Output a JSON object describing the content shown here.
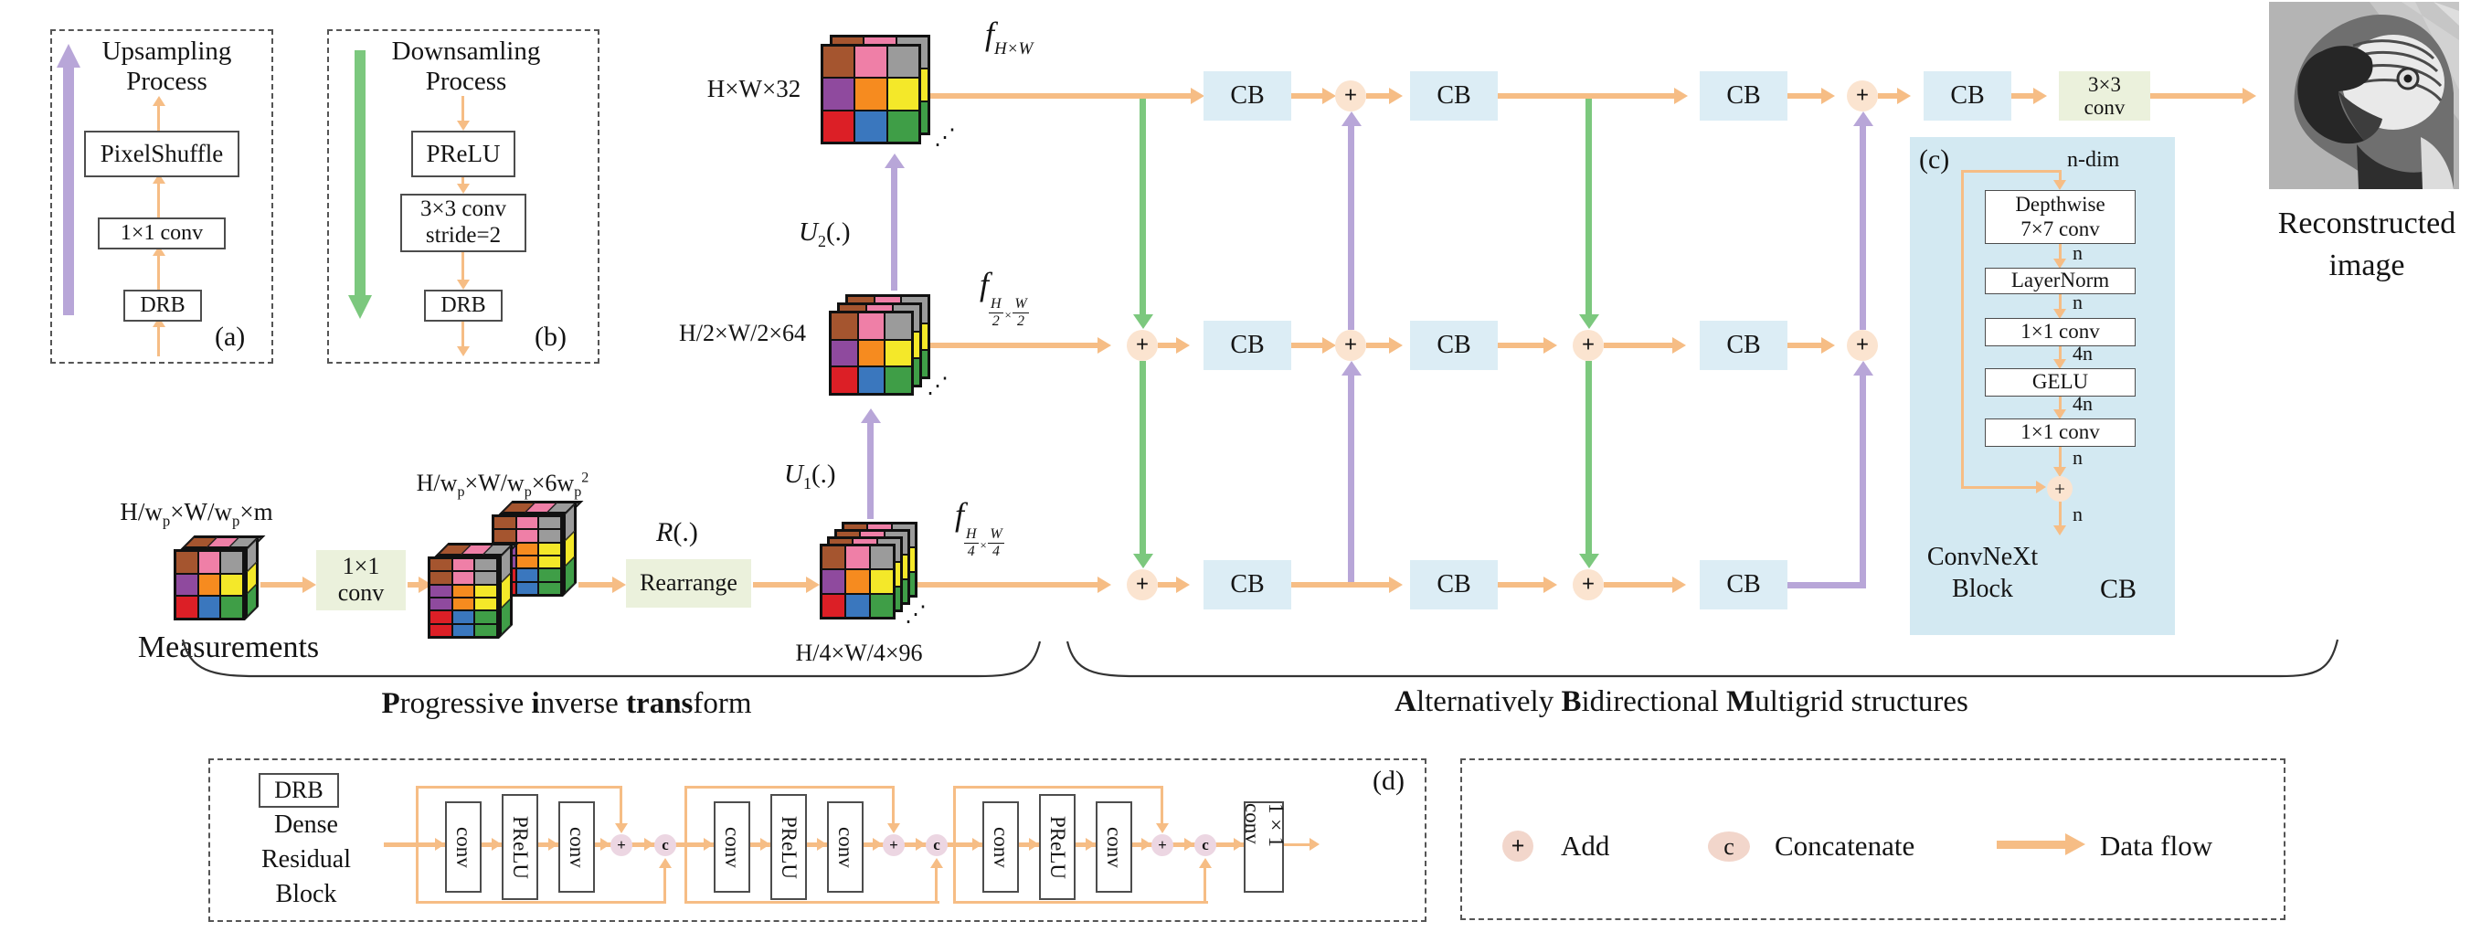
{
  "colors": {
    "data_flow_orange": "#f6bd85",
    "downsample_green": "#7cc87e",
    "upsample_purple": "#b8a6d8",
    "cb_block_blue": "#dcedf5",
    "conv_box_green": "#ebf1dc",
    "convnext_panel_blue": "#d3e9f2",
    "add_node_peach": "#fbe4d0",
    "legend_circle_pink": "#f2d6cb",
    "drb_node_pink": "#ecd6e2",
    "cube_palette": [
      "#a5552f",
      "#ef7fa7",
      "#9b9b9b",
      "#8f4a9e",
      "#f68b1f",
      "#f4e829",
      "#dc1f26",
      "#3a77be",
      "#3f9e47"
    ]
  },
  "panel_a": {
    "label": "(a)",
    "title": [
      "Upsampling",
      "Process"
    ],
    "box1": "PixelShuffle",
    "box2": "1×1 conv",
    "box3": "DRB"
  },
  "panel_b": {
    "label": "(b)",
    "title": [
      "Downsamling",
      "Process"
    ],
    "box1": "PReLU",
    "box2": [
      "3×3 conv",
      "stride=2"
    ],
    "box3": "DRB"
  },
  "input": {
    "dim": [
      "H/w",
      "p",
      "×W/w",
      "p",
      "×m"
    ],
    "name": "Measurements"
  },
  "conv1x1": [
    "1×1",
    "conv"
  ],
  "rearranged_dim": [
    "H/w",
    "p",
    "×W/w",
    "p",
    "×6w",
    "p",
    "2"
  ],
  "rearrange": {
    "op": [
      "R",
      "(.)"
    ],
    "box": "Rearrange"
  },
  "features": {
    "f1": {
      "f": "f",
      "sub": "H×W",
      "dim": "H×W×32",
      "up": [
        "U",
        "2",
        "(.)"
      ]
    },
    "f2": {
      "f": "f",
      "n1": "H",
      "d1": "2",
      "x": "×",
      "n2": "W",
      "d2": "2",
      "dim": "H/2×W/2×64",
      "up": [
        "U",
        "1",
        "(.)"
      ]
    },
    "f3": {
      "f": "f",
      "n1": "H",
      "d1": "4",
      "x": "×",
      "n2": "W",
      "d2": "4",
      "dim": "H/4×W/4×96"
    },
    "dots": "⋰"
  },
  "grid": {
    "cb": "CB",
    "plus": "+",
    "conv3x3": [
      "3×3",
      "conv"
    ]
  },
  "panel_c": {
    "label": "(c)",
    "input": "n-dim",
    "box1": [
      "Depthwise",
      "7×7 conv"
    ],
    "box2": "LayerNorm",
    "box3": "1×1 conv",
    "box4": "GELU",
    "box5": "1×1 conv",
    "d1": "n",
    "d2": "n",
    "d3": "4n",
    "d4": "4n",
    "d5": "n",
    "d6": "n",
    "plus": "+",
    "name": [
      "ConvNeXt",
      "Block"
    ],
    "cb": "CB"
  },
  "output": {
    "caption": [
      "Reconstructed",
      "image"
    ]
  },
  "sections": {
    "pit": [
      {
        "t": "P"
      },
      {
        "t": "rogressive "
      },
      {
        "t": "i"
      },
      {
        "t": "nverse "
      },
      {
        "t": "trans"
      },
      {
        "t": "form"
      }
    ],
    "abm": [
      {
        "t": "A"
      },
      {
        "t": "lternatively "
      },
      {
        "t": "B"
      },
      {
        "t": "idirectional "
      },
      {
        "t": "M"
      },
      {
        "t": "ultigrid structures"
      }
    ]
  },
  "panel_d": {
    "label": "(d)",
    "drb": "DRB",
    "name": [
      "Dense",
      "Residual",
      "Block"
    ],
    "conv": "conv",
    "prelu": "PReLU",
    "plus": "+",
    "c": "c",
    "final": "1×1 conv"
  },
  "legend": {
    "plus": "+",
    "add": "Add",
    "c": "c",
    "concat": "Concatenate",
    "flow": "Data flow"
  }
}
